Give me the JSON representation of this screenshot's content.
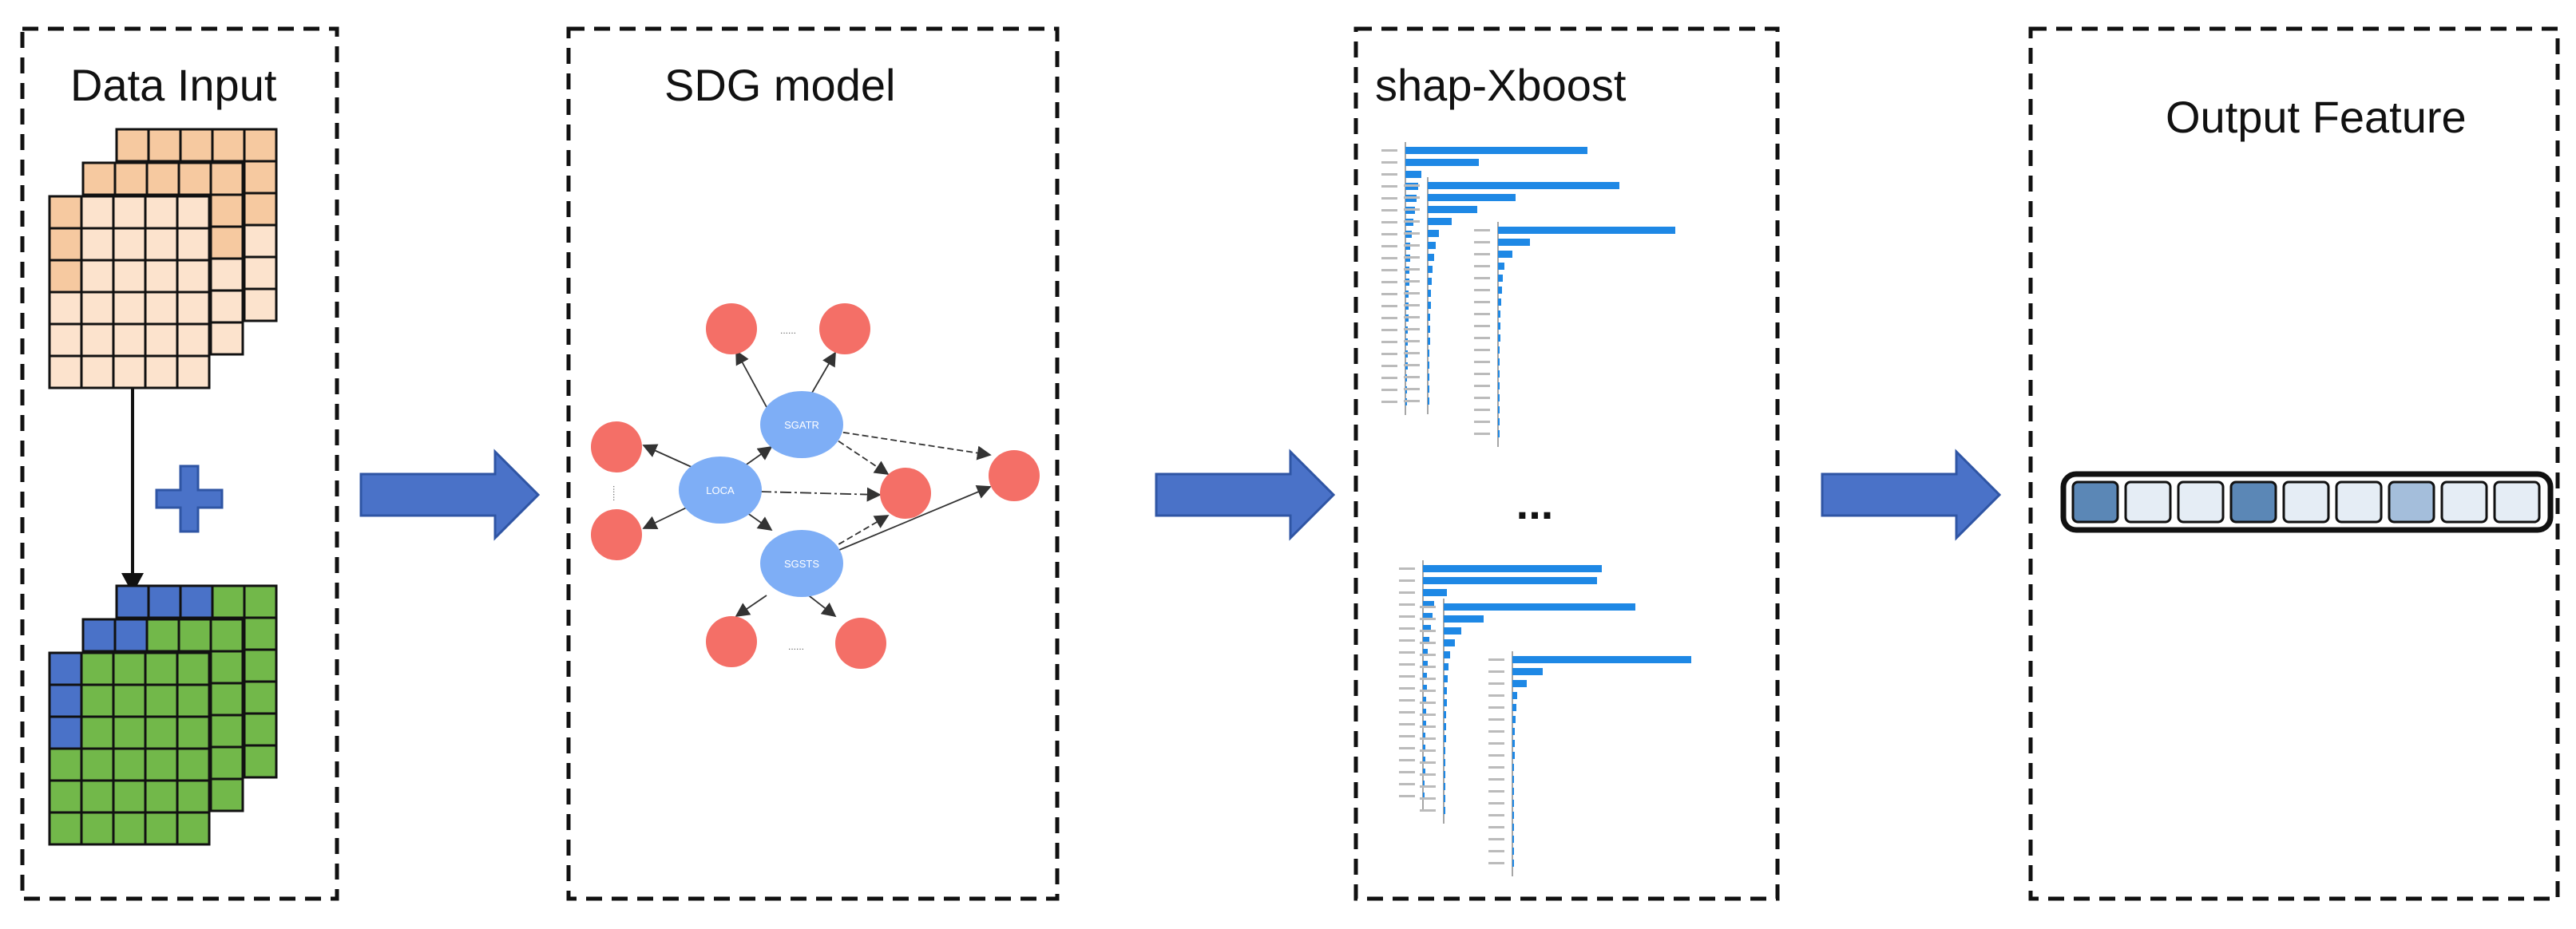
{
  "panels": {
    "data_input": {
      "title": "Data Input"
    },
    "sdg_model": {
      "title": "SDG model",
      "node_labels": {
        "top": "SGATR",
        "middle": "LOCA",
        "bottom": "SGSTS"
      },
      "ellipsis_top": "......",
      "ellipsis_bottom": "......",
      "ellipsis_left": "......"
    },
    "shap": {
      "title": "shap-Xboost",
      "separator": "..."
    },
    "output": {
      "title": "Output Feature"
    }
  },
  "colors": {
    "orange_dark": "#f6c9a0",
    "orange_light": "#fce3cd",
    "blue_cell": "#4a72c8",
    "green_cell": "#72b84a",
    "arrow_fill": "#4a72c8",
    "arrow_stroke": "#2f55a4",
    "plus": "#4a72c8",
    "red_node": "#f46f67",
    "blue_node": "#7eaef6",
    "bar_blue": "#1e88e5",
    "feature_dark": "#5b87b6",
    "feature_mid": "#a4bedb",
    "feature_light": "#e5edf5"
  },
  "output_feature": {
    "cells": [
      "dark",
      "light",
      "light",
      "dark",
      "light",
      "light",
      "mid",
      "light",
      "light"
    ]
  }
}
